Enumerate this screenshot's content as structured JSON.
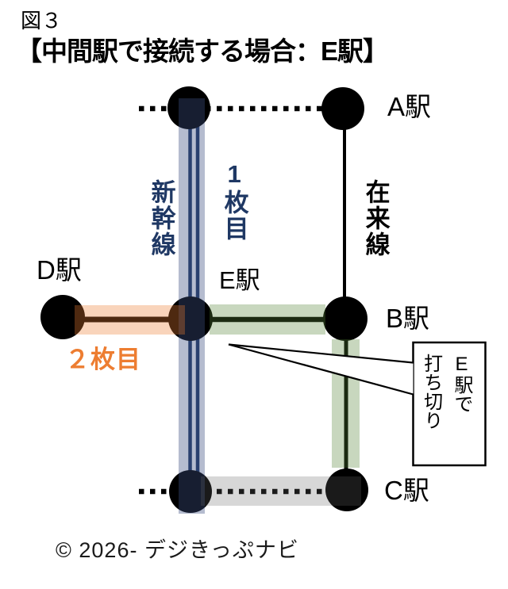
{
  "figure_label": "図３",
  "heading": "【中間駅で接続する場合：E駅】",
  "stations": {
    "a": "A駅",
    "b": "B駅",
    "c": "C駅",
    "d": "D駅",
    "e": "E駅"
  },
  "railway_labels": {
    "shinkansen": "新幹線",
    "conventional": "在来線"
  },
  "ticket_labels": {
    "first": "1枚目",
    "second": "２枚目"
  },
  "callout": {
    "line1": "E駅で",
    "line2": "打ち切り"
  },
  "copyright": "© 2026- デジきっぷナビ",
  "colors": {
    "node_black": "#000000",
    "line_black": "#000000",
    "shinkansen_navy": "#1f3864",
    "ticket2_orange": "#ed7d31",
    "highlight_blue": "rgba(60,78,130,0.38)",
    "highlight_orange": "rgba(237,125,49,0.33)",
    "highlight_green": "rgba(84,130,53,0.32)",
    "highlight_gray": "rgba(100,100,100,0.26)",
    "callout_fill": "#ffffff"
  }
}
